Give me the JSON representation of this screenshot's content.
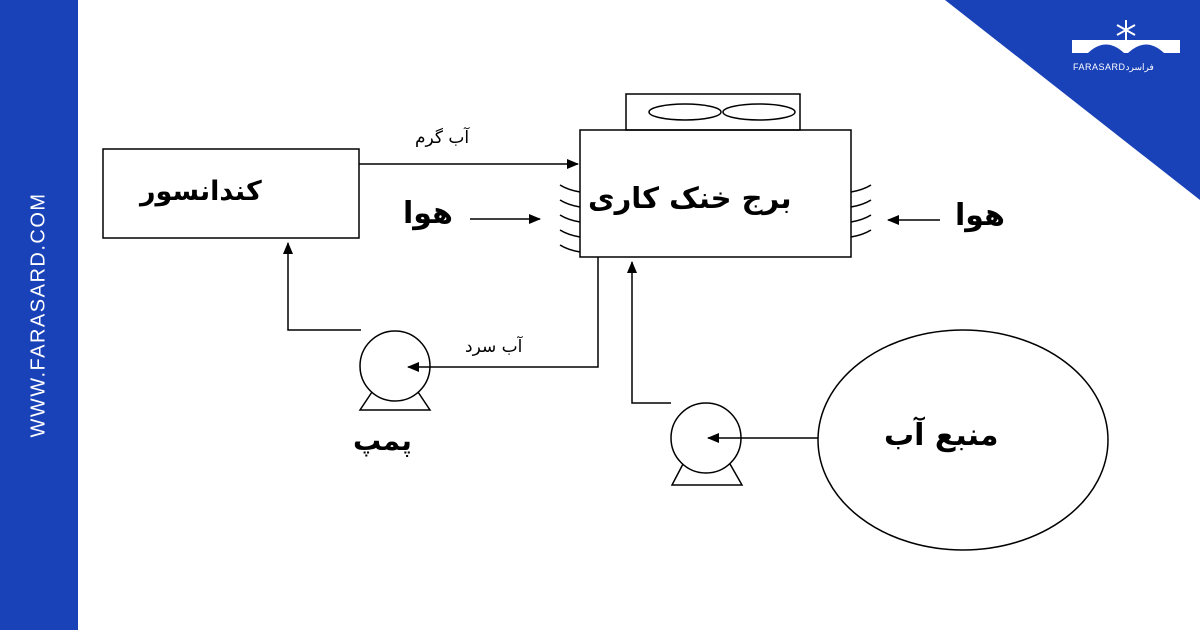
{
  "branding": {
    "site_url": "WWW.FARASARD.COM",
    "logo_text": "FARASARDفراسرد",
    "brand_color": "#1941b8"
  },
  "diagram": {
    "nodes": {
      "condenser": "کندانسور",
      "cooling_tower": "برج خنک کاری",
      "water_source": "منبع آب",
      "pump": "پمپ"
    },
    "edges": {
      "hot_water": "آب گرم",
      "cold_water": "آب سرد",
      "air_left": "هوا",
      "air_right": "هوا"
    }
  }
}
